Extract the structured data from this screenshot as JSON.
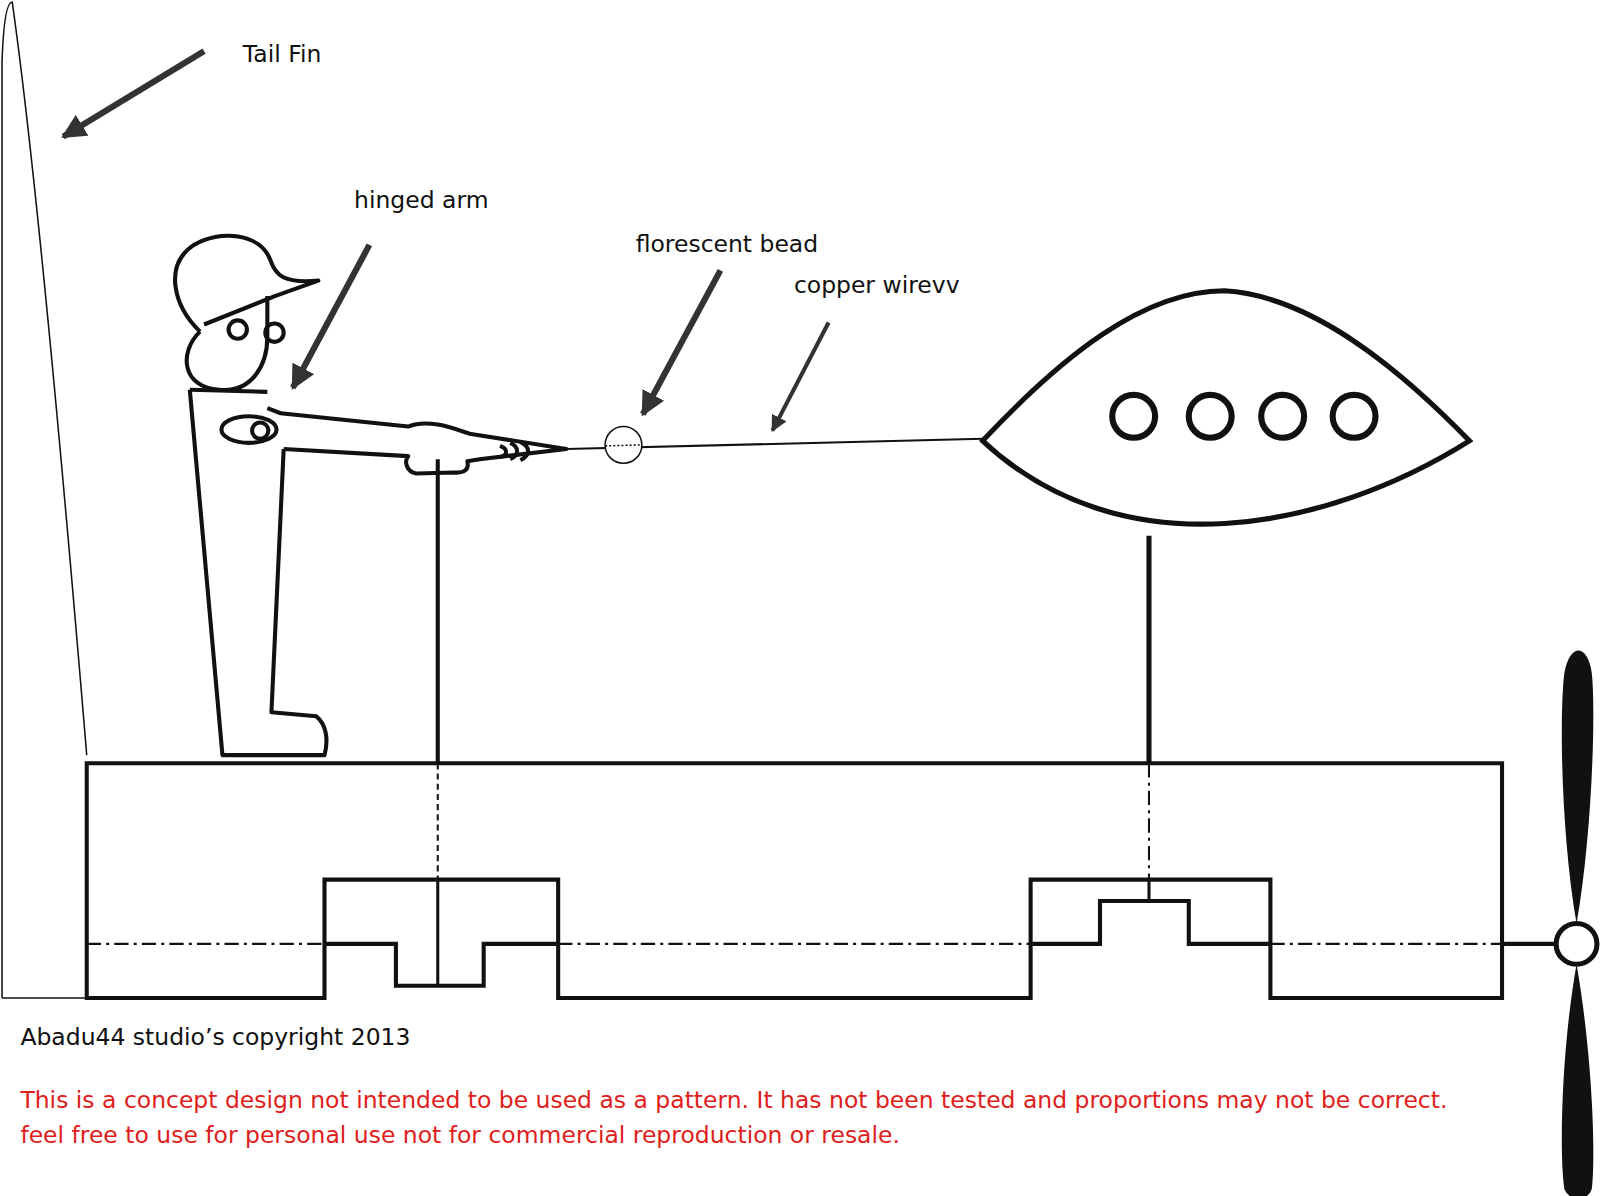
{
  "diagram": {
    "labels": [
      "Tail Fin",
      "hinged arm",
      "florescent bead",
      "copper wirevv",
      "Abadu44 studio’s copyright 2013",
      "This is a concept design not intended to be used as a pattern. It has not been tested and proportions may not be correct.",
      "feel free to use for personal use not for commercial reproduction or resale."
    ]
  }
}
